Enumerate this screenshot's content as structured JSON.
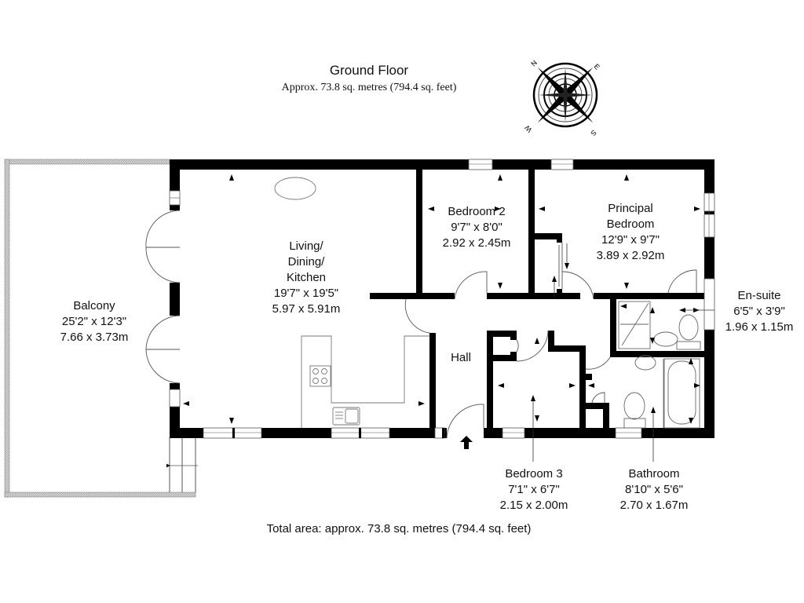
{
  "header": {
    "title": "Ground Floor",
    "subtitle": "Approx. 73.8 sq. metres (794.4 sq. feet)"
  },
  "compass": {
    "icon": "compass-rose-icon",
    "letters": [
      "N",
      "E",
      "S",
      "W"
    ]
  },
  "rooms": {
    "balcony": {
      "name": "Balcony",
      "imperial": "25'2\" x 12'3\"",
      "metric": "7.66 x 3.73m"
    },
    "living": {
      "name_line1": "Living/",
      "name_line2": "Dining/",
      "name_line3": "Kitchen",
      "imperial": "19'7\" x 19'5\"",
      "metric": "5.97 x 5.91m"
    },
    "bedroom2": {
      "name": "Bedroom 2",
      "imperial": "9'7\" x 8'0\"",
      "metric": "2.92 x 2.45m"
    },
    "principal": {
      "name_line1": "Principal",
      "name_line2": "Bedroom",
      "imperial": "12'9\" x 9'7\"",
      "metric": "3.89 x 2.92m"
    },
    "ensuite": {
      "name": "En-suite",
      "imperial": "6'5\" x 3'9\"",
      "metric": "1.96 x 1.15m"
    },
    "hall": {
      "name": "Hall"
    },
    "bedroom3": {
      "name": "Bedroom 3",
      "imperial": "7'1\" x 6'7\"",
      "metric": "2.15 x 2.00m"
    },
    "bathroom": {
      "name": "Bathroom",
      "imperial": "8'10\" x 5'6\"",
      "metric": "2.70 x 1.67m"
    }
  },
  "footer": {
    "total_area": "Total area: approx. 73.8 sq. metres (794.4 sq. feet)"
  },
  "colors": {
    "wall": "#000000",
    "line": "#555555",
    "balcony_edge": "#9a9a9a",
    "background": "#ffffff"
  }
}
